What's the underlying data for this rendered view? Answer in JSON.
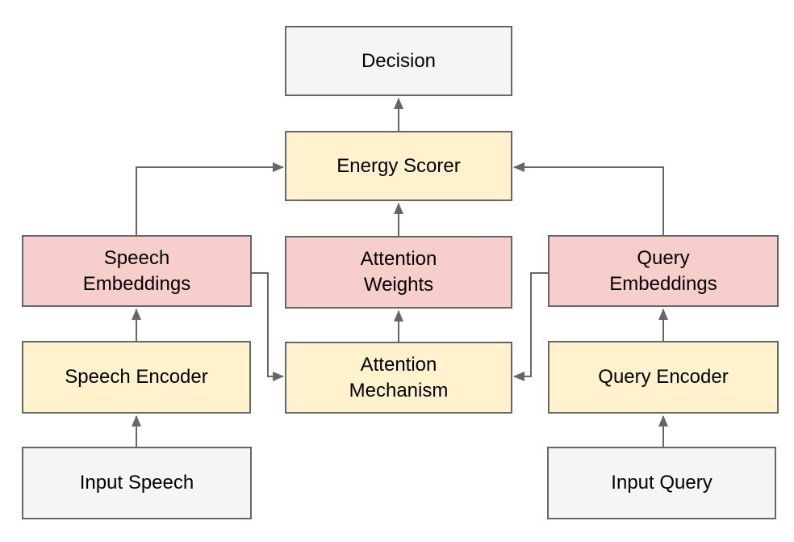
{
  "diagram": {
    "type": "flowchart",
    "colors": {
      "stroke": "#666666",
      "text": "#000000",
      "node_gray_fill": "#f5f5f5",
      "node_yellow_fill": "#fff2cc",
      "node_pink_fill": "#f8cecc",
      "background": "#ffffff"
    },
    "nodes": {
      "decision": {
        "label": "Decision",
        "fill": "#f5f5f5"
      },
      "energy_scorer": {
        "label": "Energy Scorer",
        "fill": "#fff2cc"
      },
      "speech_embeddings": {
        "label": "Speech\nEmbeddings",
        "fill": "#f8cecc"
      },
      "attention_weights": {
        "label": "Attention\nWeights",
        "fill": "#f8cecc"
      },
      "query_embeddings": {
        "label": "Query\nEmbeddings",
        "fill": "#f8cecc"
      },
      "speech_encoder": {
        "label": "Speech Encoder",
        "fill": "#fff2cc"
      },
      "attention_mechanism": {
        "label": "Attention\nMechanism",
        "fill": "#fff2cc"
      },
      "query_encoder": {
        "label": "Query Encoder",
        "fill": "#fff2cc"
      },
      "input_speech": {
        "label": "Input Speech",
        "fill": "#f5f5f5"
      },
      "input_query": {
        "label": "Input Query",
        "fill": "#f5f5f5"
      }
    },
    "edges": [
      {
        "from": "Energy Scorer",
        "to": "Decision"
      },
      {
        "from": "Attention Weights",
        "to": "Energy Scorer"
      },
      {
        "from": "Speech Embeddings",
        "to": "Energy Scorer"
      },
      {
        "from": "Query Embeddings",
        "to": "Energy Scorer"
      },
      {
        "from": "Attention Mechanism",
        "to": "Attention Weights"
      },
      {
        "from": "Speech Embeddings",
        "to": "Attention Mechanism"
      },
      {
        "from": "Query Embeddings",
        "to": "Attention Mechanism"
      },
      {
        "from": "Speech Encoder",
        "to": "Speech Embeddings"
      },
      {
        "from": "Input Speech",
        "to": "Speech Encoder"
      },
      {
        "from": "Query Encoder",
        "to": "Query Embeddings"
      },
      {
        "from": "Input Query",
        "to": "Query Encoder"
      }
    ]
  }
}
